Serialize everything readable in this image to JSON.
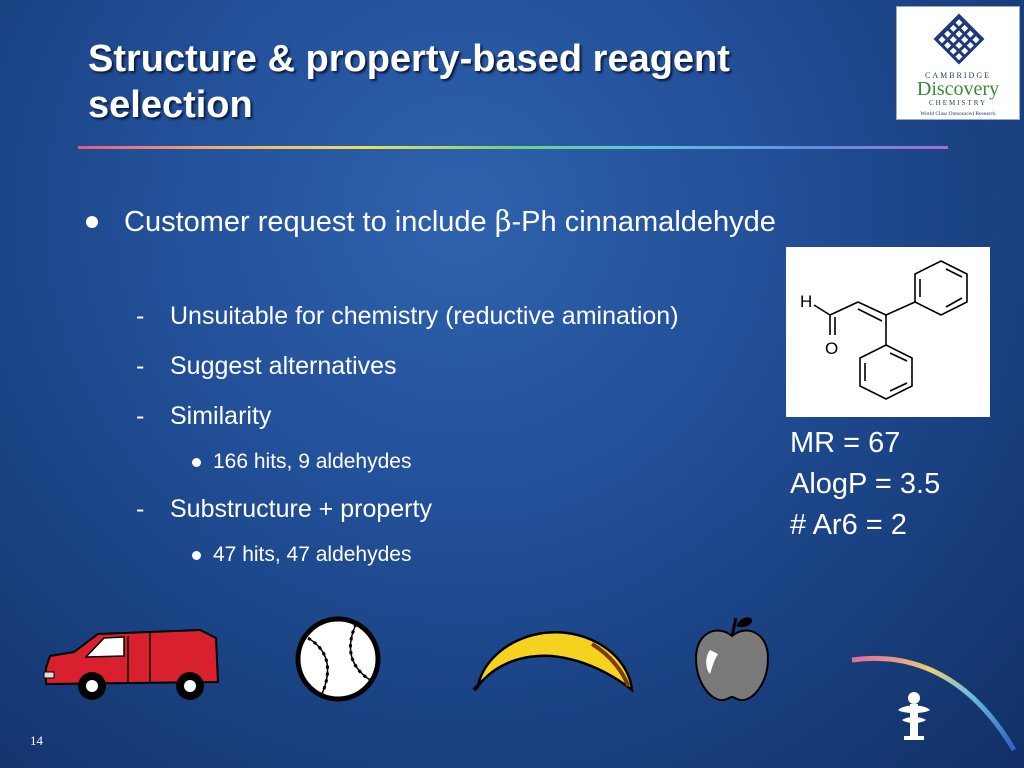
{
  "slide": {
    "title_line1": "Structure & property-based reagent",
    "title_line2": "selection",
    "page_number": "14"
  },
  "logo": {
    "word_top": "CAMBRIDGE",
    "word_main": "Discovery",
    "word_sub": "CHEMISTRY",
    "tagline": "World Class Outsourced Research"
  },
  "bullets": {
    "main_prefix": "Customer request to include ",
    "main_beta": "β",
    "main_suffix": "-Ph cinnamaldehyde",
    "sub1": "Unsuitable for chemistry (reductive amination)",
    "sub2": "Suggest alternatives",
    "sub3": "Similarity",
    "sub3_detail": "166 hits, 9 aldehydes",
    "sub4": "Substructure + property",
    "sub4_detail": "47 hits, 47 aldehydes"
  },
  "molecule": {
    "atom_h": "H",
    "atom_o": "O"
  },
  "properties": {
    "mr": "MR = 67",
    "alogp": "AlogP = 3.5",
    "ar6": "# Ar6 = 2"
  },
  "clipart": [
    "van-icon",
    "baseball-icon",
    "banana-icon",
    "apple-icon",
    "caduceus-logo-icon"
  ],
  "colors": {
    "background": "#23519a",
    "van": "#d8202e",
    "banana": "#f4d21f",
    "apple": "#7a7a7a"
  }
}
